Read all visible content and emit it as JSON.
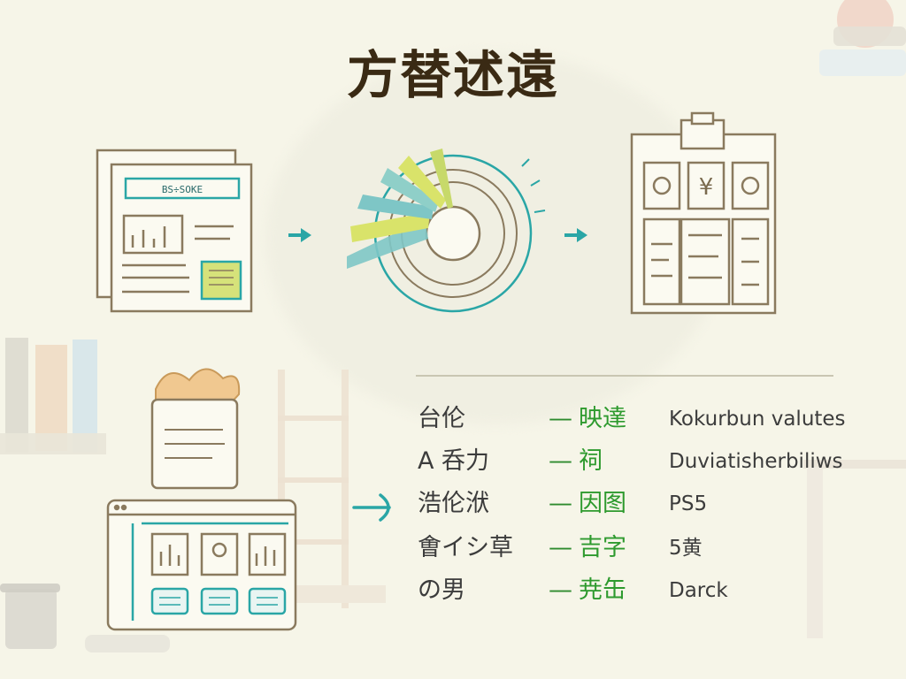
{
  "title": "方替述遠",
  "doc_header_text": "BS÷SOKE",
  "wheel_label_chars": [
    "¥"
  ],
  "legend": [
    {
      "left": "台伦",
      "dash": "—",
      "mid": "映達",
      "right": "Kokurbun valutes"
    },
    {
      "left": "A 呑力",
      "dash": "—",
      "mid": "祠",
      "right": "Duviatisherbiliws"
    },
    {
      "left": "浩伦洑",
      "dash": "—",
      "mid": "因图",
      "right": "PS5"
    },
    {
      "left": "㑹イシ草",
      "dash": "—",
      "mid": "吉字",
      "right": "5黄"
    },
    {
      "left": "の男",
      "dash": "—",
      "mid": "尭缶",
      "right": "Darck"
    }
  ],
  "colors": {
    "outline": "#8a7a5e",
    "teal": "#2aa6a6",
    "lime": "#c7d96a",
    "title": "#3a2a14",
    "green_text": "#2e9a2e"
  },
  "icons": {
    "doc": "document-icon",
    "wheel": "pie-wheel-icon",
    "board": "clipboard-board-icon",
    "notes": "note-stack-icon",
    "browser": "browser-window-icon",
    "arrow": "arrow-right-icon"
  }
}
